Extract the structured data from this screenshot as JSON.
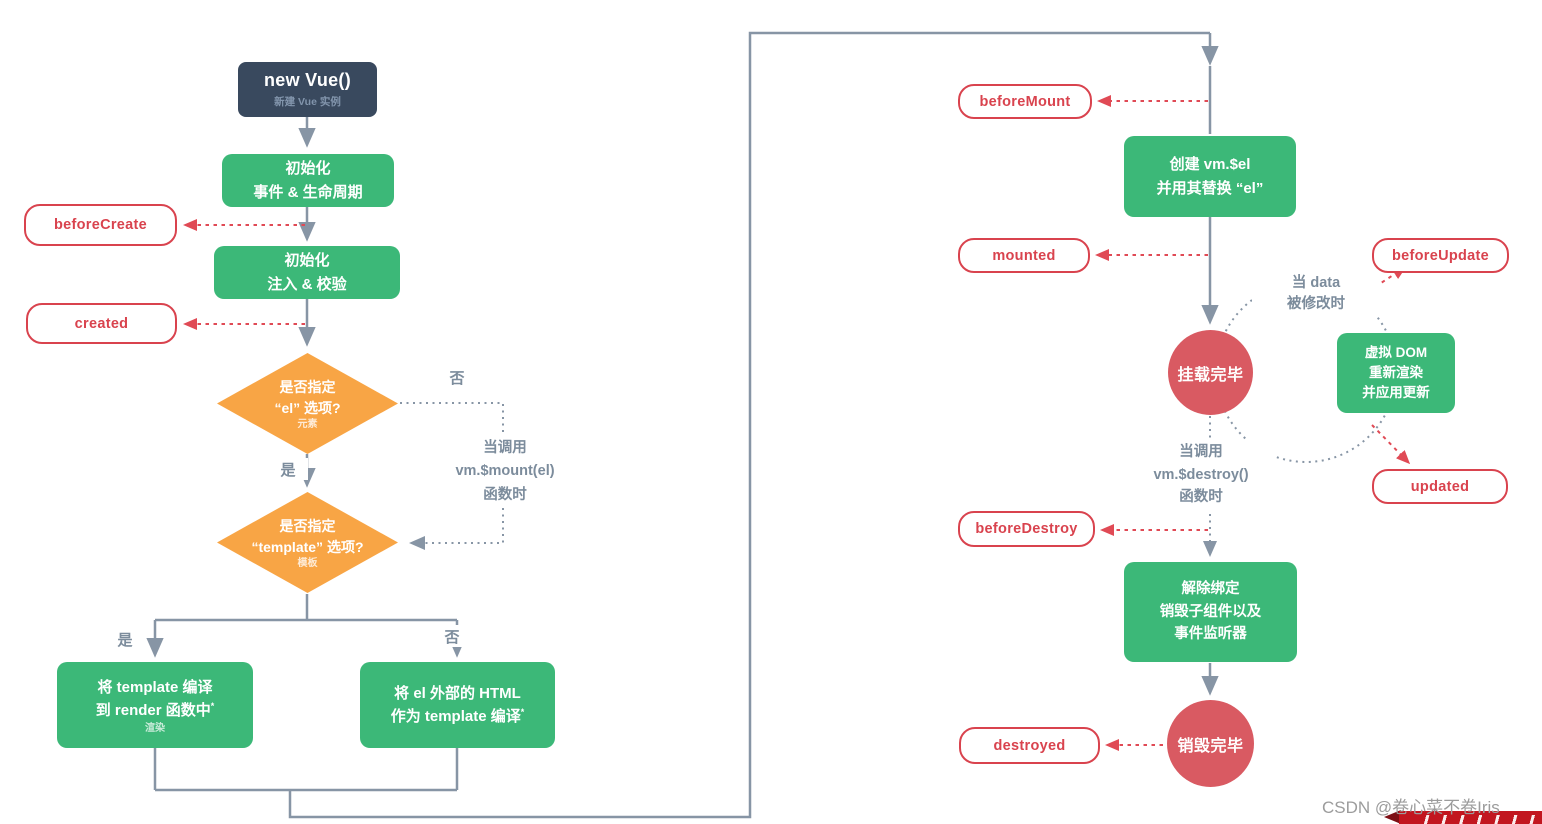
{
  "colors": {
    "green": "#3CB878",
    "navy": "#39495E",
    "orange": "#F8A545",
    "red_circle": "#D95A62",
    "hook_red": "#D9434E",
    "line_gray": "#8795A5",
    "note_gray": "#7C8C9C",
    "banner_red": "#C2161F"
  },
  "left_flow": {
    "new_vue": {
      "title": "new Vue()",
      "subtitle": "新建 Vue 实例"
    },
    "init_events": {
      "line1": "初始化",
      "line2": "事件 & 生命周期"
    },
    "init_injections": {
      "line1": "初始化",
      "line2": "注入 & 校验"
    },
    "hook_before_create": {
      "label": "beforeCreate"
    },
    "hook_created": {
      "label": "created"
    },
    "decision_el": {
      "line1": "是否指定",
      "line2": "“el” 选项?",
      "sub": "元素"
    },
    "decision_template": {
      "line1": "是否指定",
      "line2": "“template” 选项?",
      "sub": "模板"
    },
    "label_no_el": "否",
    "label_yes_el": "是",
    "label_yes_template": "是",
    "label_no_template": "否",
    "mount_note": {
      "line1": "当调用",
      "line2": "vm.$mount(el)",
      "line3": "函数时"
    },
    "compile_template": {
      "line1": "将 template 编译",
      "line2": "到 render 函数中",
      "star": "*",
      "sub": "渲染"
    },
    "compile_outer_html": {
      "line1": "将 el 外部的 HTML",
      "line2": "作为 template 编译",
      "star": "*"
    }
  },
  "right_flow": {
    "hook_before_mount": {
      "label": "beforeMount"
    },
    "create_vm_el": {
      "line1": "创建  vm.$el",
      "line2": "并用其替换 “el”"
    },
    "hook_mounted": {
      "label": "mounted"
    },
    "mounted_circle": {
      "label": "挂载完毕"
    },
    "data_change_note": {
      "line1": "当 data",
      "line2": "被修改时"
    },
    "virtual_dom": {
      "line1": "虚拟 DOM",
      "line2": "重新渲染",
      "line3": "并应用更新"
    },
    "hook_before_update": {
      "label": "beforeUpdate"
    },
    "hook_updated": {
      "label": "updated"
    },
    "destroy_note": {
      "line1": "当调用",
      "line2": "vm.$destroy()",
      "line3": "函数时"
    },
    "hook_before_destroy": {
      "label": "beforeDestroy"
    },
    "teardown": {
      "line1": "解除绑定",
      "line2": "销毁子组件以及",
      "line3": "事件监听器"
    },
    "destroyed_circle": {
      "label": "销毁完毕"
    },
    "hook_destroyed": {
      "label": "destroyed"
    }
  },
  "watermark": {
    "text": "CSDN @卷心菜不卷Iris"
  }
}
